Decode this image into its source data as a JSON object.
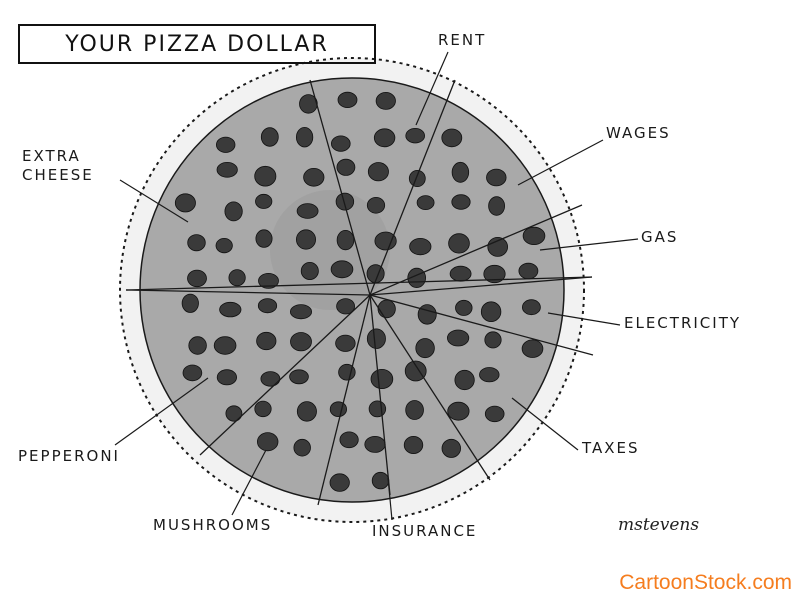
{
  "title": "YOUR PIZZA DOLLAR",
  "slices": [
    {
      "key": "rent",
      "label": "RENT"
    },
    {
      "key": "wages",
      "label": "WAGES"
    },
    {
      "key": "gas",
      "label": "GAS"
    },
    {
      "key": "electricity",
      "label": "ELECTRICITY"
    },
    {
      "key": "taxes",
      "label": "TAXES"
    },
    {
      "key": "insurance",
      "label": "INSURANCE"
    },
    {
      "key": "mushrooms",
      "label": "MUSHROOMS"
    },
    {
      "key": "pepperoni",
      "label": "PEPPERONI"
    },
    {
      "key": "extra_cheese",
      "label": "EXTRA\nCHEESE"
    }
  ],
  "signature": "mstevens",
  "watermark": "CartoonStock.com",
  "colors": {
    "ink": "#1a1a1a",
    "pizza_fill": "#a9a9a9",
    "crust_fill": "#f2f2f2",
    "pepperoni": "#3a3a3a",
    "watermark": "#f57d1f"
  }
}
